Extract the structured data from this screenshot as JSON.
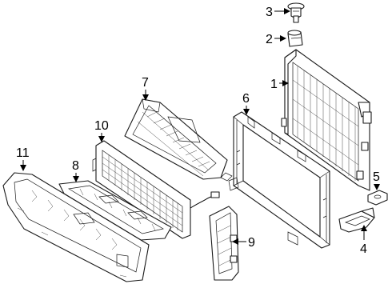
{
  "diagram": {
    "colors": {
      "line": "#1a1a1a",
      "background": "#ffffff"
    },
    "callouts": [
      "1",
      "2",
      "3",
      "4",
      "5",
      "6",
      "7",
      "8",
      "9",
      "10",
      "11"
    ]
  }
}
